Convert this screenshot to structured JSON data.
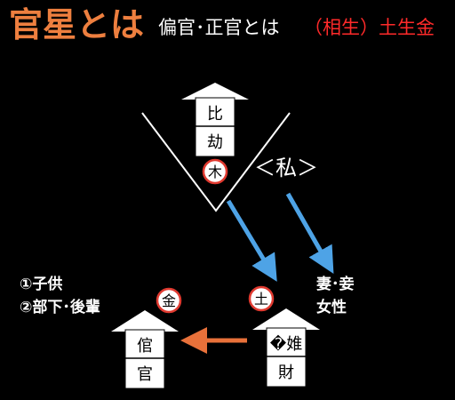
{
  "header": {
    "title": "官星とは",
    "subtitle": "偏官･正官とは",
    "relation": "（相生）土生金"
  },
  "houses": {
    "top": {
      "line1": "比",
      "line2": "劫"
    },
    "bottom_right": {
      "line1": "�婎",
      "line2": "財"
    },
    "bottom_left": {
      "line1": "倌",
      "line2": "官"
    }
  },
  "elements": {
    "wood": "木",
    "earth": "土",
    "metal": "金"
  },
  "self_label": "＜私＞",
  "left_notes": {
    "line1": "①子供",
    "line2": "②部下･後輩"
  },
  "right_notes": {
    "line1": "妻･妾",
    "line2": "女性"
  },
  "colors": {
    "title_orange": "#ee7f3f",
    "relation_red": "#ff2a2a",
    "arrow_blue": "#4ea3e6",
    "arrow_orange": "#e8713a",
    "circle_border": "#e03a30"
  }
}
